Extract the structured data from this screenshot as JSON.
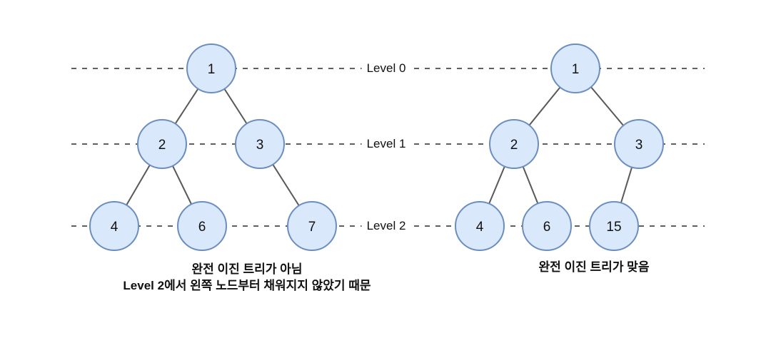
{
  "diagram": {
    "title": "complete-binary-tree-comparison",
    "background_color": "#ffffff",
    "node_fill_color": "#dae8fc",
    "node_stroke_color": "#6c8ebf",
    "line_color": "#595959",
    "levels": [
      {
        "label": "Level 0"
      },
      {
        "label": "Level 1"
      },
      {
        "label": "Level 2"
      }
    ],
    "trees": [
      {
        "name": "incomplete-binary-tree",
        "nodes": [
          {
            "value": "1"
          },
          {
            "value": "2"
          },
          {
            "value": "3"
          },
          {
            "value": "4"
          },
          {
            "value": "6"
          },
          {
            "value": "7"
          }
        ],
        "edges": [
          "1-2",
          "1-3",
          "2-4",
          "2-6",
          "3-7"
        ],
        "caption_lines": [
          "완전 이진 트리가 아님",
          "Level 2에서 왼쪽 노드부터 채워지지 않았기 때문"
        ]
      },
      {
        "name": "complete-binary-tree",
        "nodes": [
          {
            "value": "1"
          },
          {
            "value": "2"
          },
          {
            "value": "3"
          },
          {
            "value": "4"
          },
          {
            "value": "6"
          },
          {
            "value": "15"
          }
        ],
        "edges": [
          "1-2",
          "1-3",
          "2-4",
          "2-6",
          "3-15"
        ],
        "caption_lines": [
          "완전 이진 트리가 맞음"
        ]
      }
    ]
  }
}
